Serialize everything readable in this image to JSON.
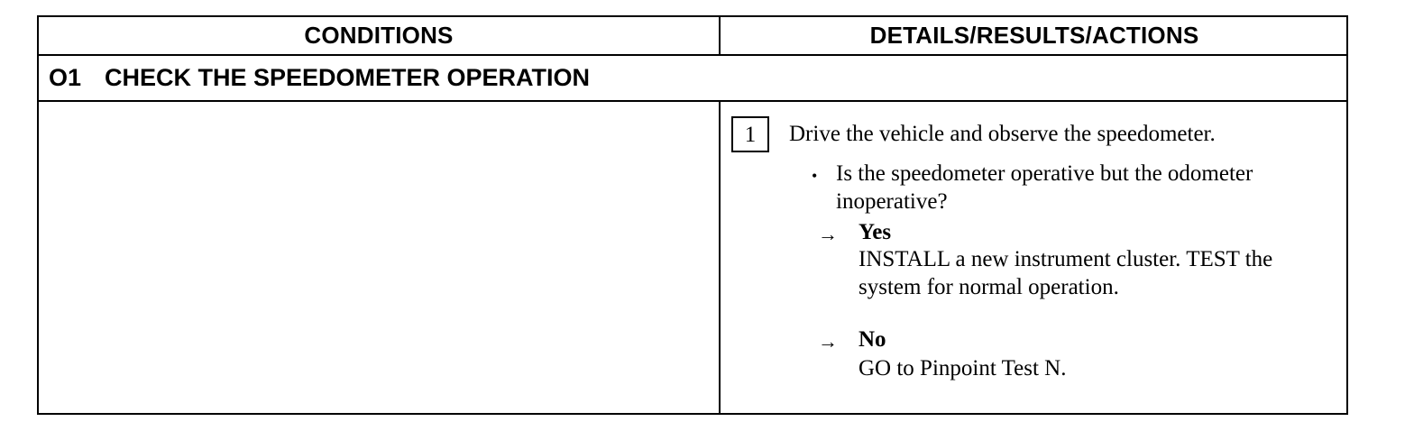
{
  "header": {
    "conditions": "CONDITIONS",
    "details": "DETAILS/RESULTS/ACTIONS"
  },
  "section": {
    "number": "O1",
    "title": "CHECK THE SPEEDOMETER OPERATION"
  },
  "step": {
    "number": "1",
    "instruction": "Drive the vehicle and observe the speedometer.",
    "question": "Is the speedometer operative but the odometer inoperative?",
    "answers": [
      {
        "label": "Yes",
        "action": "INSTALL a new instrument cluster. TEST the system for normal operation."
      },
      {
        "label": "No",
        "action": "GO to Pinpoint Test N."
      }
    ]
  },
  "icons": {
    "arrow": "→",
    "bullet": "•"
  }
}
